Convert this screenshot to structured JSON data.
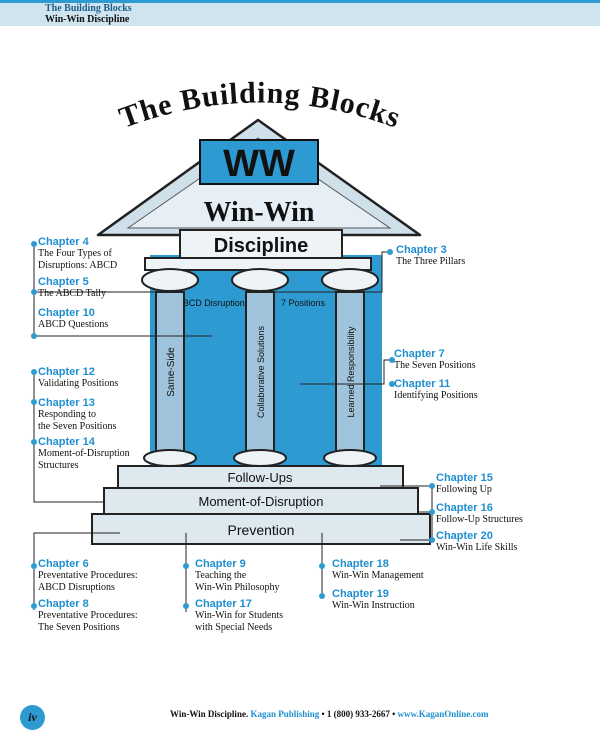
{
  "header": {
    "title": "The Building Blocks",
    "subtitle": "Win-Win Discipline"
  },
  "diagram": {
    "title": "The Building Blocks",
    "logo_letters": "WW",
    "name": "Win-Win",
    "banner": "Discipline",
    "pillars": [
      "Same-Side",
      "Collaborative Solutions",
      "Learned Responsibility"
    ],
    "capital_labels": [
      "ABCD Disruptions",
      "7 Positions"
    ],
    "steps": [
      "Follow-Ups",
      "Moment-of-Disruption",
      "Prevention"
    ]
  },
  "chapters": {
    "left": [
      {
        "title": "Chapter 4",
        "desc": [
          "The Four Types of",
          "Disruptions: ABCD"
        ]
      },
      {
        "title": "Chapter 5",
        "desc": [
          "The ABCD Tally"
        ]
      },
      {
        "title": "Chapter 10",
        "desc": [
          "ABCD Questions"
        ]
      },
      {
        "title": "Chapter 12",
        "desc": [
          "Validating Positions"
        ]
      },
      {
        "title": "Chapter 13",
        "desc": [
          "Responding to",
          "the Seven Positions"
        ]
      },
      {
        "title": "Chapter 14",
        "desc": [
          "Moment-of-Disruption",
          "Structures"
        ]
      }
    ],
    "right": [
      {
        "title": "Chapter 3",
        "desc": [
          "The Three Pillars"
        ]
      },
      {
        "title": "Chapter 7",
        "desc": [
          "The Seven Positions"
        ]
      },
      {
        "title": "Chapter 11",
        "desc": [
          "Identifying Positions"
        ]
      },
      {
        "title": "Chapter 15",
        "desc": [
          "Following Up"
        ]
      },
      {
        "title": "Chapter 16",
        "desc": [
          "Follow-Up Structures"
        ]
      },
      {
        "title": "Chapter 20",
        "desc": [
          "Win-Win Life Skills"
        ]
      }
    ],
    "bottom": [
      {
        "title": "Chapter 6",
        "desc": [
          "Preventative Procedures:",
          "ABCD Disruptions"
        ]
      },
      {
        "title": "Chapter 8",
        "desc": [
          "Preventative Procedures:",
          "The Seven Positions"
        ]
      },
      {
        "title": "Chapter 9",
        "desc": [
          "Teaching the",
          "Win-Win Philosophy"
        ]
      },
      {
        "title": "Chapter 17",
        "desc": [
          "Win-Win for Students",
          "with Special Needs"
        ]
      },
      {
        "title": "Chapter 18",
        "desc": [
          "Win-Win Management"
        ]
      },
      {
        "title": "Chapter 19",
        "desc": [
          "Win-Win Instruction"
        ]
      }
    ]
  },
  "footer": {
    "page": "iv",
    "book": "Win-Win Discipline.",
    "publisher": "Kagan Publishing",
    "phone": "• 1 (800) 933-2667 •",
    "site": "www.KaganOnline.com"
  },
  "colors": {
    "accent": "#2d9bd2",
    "pillar_blue": "#9fc3da",
    "banner": "#eef3f7",
    "chapter_blue": "#1f8fcf"
  }
}
